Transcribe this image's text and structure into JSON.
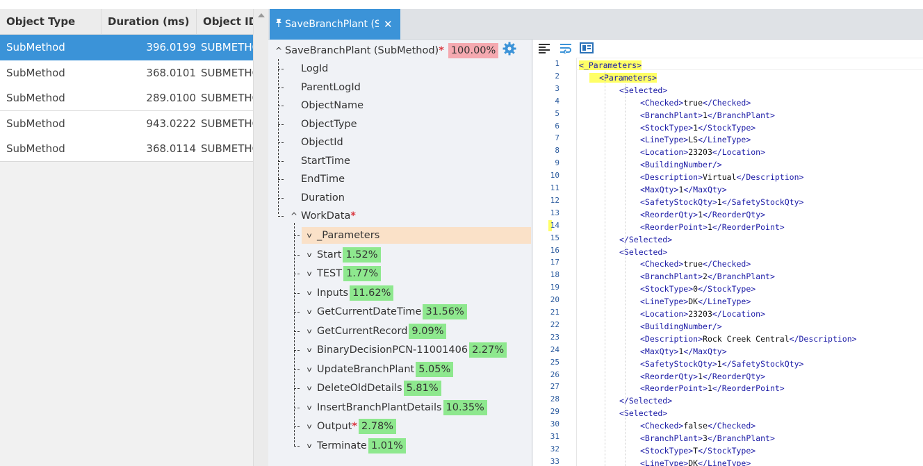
{
  "grid": {
    "columns": [
      "Object Type",
      "Duration (ms)",
      "Object ID"
    ],
    "rows": [
      {
        "type": "SubMethod",
        "duration": "396.0199",
        "object_id": "SUBMETHOD"
      },
      {
        "type": "SubMethod",
        "duration": "368.0101",
        "object_id": "SUBMETHOD"
      },
      {
        "type": "SubMethod",
        "duration": "289.0100",
        "object_id": "SUBMETHOD"
      },
      {
        "type": "SubMethod",
        "duration": "943.0222",
        "object_id": "SUBMETHOD"
      },
      {
        "type": "SubMethod",
        "duration": "368.0114",
        "object_id": "SUBMETHOD"
      }
    ],
    "selected_row": 0
  },
  "tab": {
    "label": "SaveBranchPlant (SubMethod)",
    "pin_icon": "pin-icon",
    "close_glyph": "✕"
  },
  "tree": {
    "root": {
      "label": "SaveBranchPlant (SubMethod)",
      "required": "*",
      "percent": "100.00%"
    },
    "fields": [
      "LogId",
      "ParentLogId",
      "ObjectName",
      "ObjectType",
      "ObjectId",
      "StartTime",
      "EndTime",
      "Duration"
    ],
    "workdata": {
      "label": "WorkData",
      "required": "*"
    },
    "children": [
      {
        "label": "_Parameters",
        "percent": "",
        "required": ""
      },
      {
        "label": "Start",
        "percent": "1.52%",
        "required": ""
      },
      {
        "label": "TEST",
        "percent": "1.77%",
        "required": ""
      },
      {
        "label": "Inputs",
        "percent": "11.62%",
        "required": ""
      },
      {
        "label": "GetCurrentDateTime",
        "percent": "31.56%",
        "required": ""
      },
      {
        "label": "GetCurrentRecord",
        "percent": "9.09%",
        "required": ""
      },
      {
        "label": "BinaryDecisionPCN-11001406",
        "percent": "2.27%",
        "required": ""
      },
      {
        "label": "UpdateBranchPlant",
        "percent": "5.05%",
        "required": ""
      },
      {
        "label": "DeleteOldDetails",
        "percent": "5.81%",
        "required": ""
      },
      {
        "label": "InsertBranchPlantDetails",
        "percent": "10.35%",
        "required": ""
      },
      {
        "label": "Output",
        "percent": "2.78%",
        "required": "*"
      },
      {
        "label": "Terminate",
        "percent": "1.01%",
        "required": ""
      }
    ]
  },
  "editor": {
    "toolbar_icons": [
      "format-icon",
      "word-wrap-icon",
      "view-icon"
    ],
    "lines": [
      {
        "n": "1",
        "indent": 0,
        "text": "<_Parameters>",
        "kind": "tag"
      },
      {
        "n": "2",
        "indent": 1,
        "text": "<Parameters>",
        "kind": "tag"
      },
      {
        "n": "3",
        "indent": 2,
        "text": "<Selected>",
        "kind": "tag"
      },
      {
        "n": "4",
        "indent": 3,
        "open": "<Checked>",
        "value": "true",
        "close": "</Checked>",
        "kind": "elem"
      },
      {
        "n": "5",
        "indent": 3,
        "open": "<BranchPlant>",
        "value": "1",
        "close": "</BranchPlant>",
        "kind": "elem"
      },
      {
        "n": "6",
        "indent": 3,
        "open": "<StockType>",
        "value": "1",
        "close": "</StockType>",
        "kind": "elem"
      },
      {
        "n": "7",
        "indent": 3,
        "open": "<LineType>",
        "value": "LS",
        "close": "</LineType>",
        "kind": "elem"
      },
      {
        "n": "8",
        "indent": 3,
        "open": "<Location>",
        "value": "23203",
        "close": "</Location>",
        "kind": "elem"
      },
      {
        "n": "9",
        "indent": 3,
        "text": "<BuildingNumber/>",
        "kind": "tag"
      },
      {
        "n": "10",
        "indent": 3,
        "open": "<Description>",
        "value": "Virtual",
        "close": "</Description>",
        "kind": "elem"
      },
      {
        "n": "11",
        "indent": 3,
        "open": "<MaxQty>",
        "value": "1",
        "close": "</MaxQty>",
        "kind": "elem"
      },
      {
        "n": "12",
        "indent": 3,
        "open": "<SafetyStockQty>",
        "value": "1",
        "close": "</SafetyStockQty>",
        "kind": "elem"
      },
      {
        "n": "13",
        "indent": 3,
        "open": "<ReorderQty>",
        "value": "1",
        "close": "</ReorderQty>",
        "kind": "elem"
      },
      {
        "n": "14",
        "indent": 3,
        "open": "<ReorderPoint>",
        "value": "1",
        "close": "</ReorderPoint>",
        "kind": "elem"
      },
      {
        "n": "15",
        "indent": 2,
        "text": "</Selected>",
        "kind": "tag"
      },
      {
        "n": "16",
        "indent": 2,
        "text": "<Selected>",
        "kind": "tag"
      },
      {
        "n": "17",
        "indent": 3,
        "open": "<Checked>",
        "value": "true",
        "close": "</Checked>",
        "kind": "elem"
      },
      {
        "n": "18",
        "indent": 3,
        "open": "<BranchPlant>",
        "value": "2",
        "close": "</BranchPlant>",
        "kind": "elem"
      },
      {
        "n": "19",
        "indent": 3,
        "open": "<StockType>",
        "value": "0",
        "close": "</StockType>",
        "kind": "elem"
      },
      {
        "n": "20",
        "indent": 3,
        "open": "<LineType>",
        "value": "DK",
        "close": "</LineType>",
        "kind": "elem"
      },
      {
        "n": "21",
        "indent": 3,
        "open": "<Location>",
        "value": "23203",
        "close": "</Location>",
        "kind": "elem"
      },
      {
        "n": "22",
        "indent": 3,
        "text": "<BuildingNumber/>",
        "kind": "tag"
      },
      {
        "n": "23",
        "indent": 3,
        "open": "<Description>",
        "value": "Rock Creek Central",
        "close": "</Description>",
        "kind": "elem"
      },
      {
        "n": "24",
        "indent": 3,
        "open": "<MaxQty>",
        "value": "1",
        "close": "</MaxQty>",
        "kind": "elem"
      },
      {
        "n": "25",
        "indent": 3,
        "open": "<SafetyStockQty>",
        "value": "1",
        "close": "</SafetyStockQty>",
        "kind": "elem"
      },
      {
        "n": "26",
        "indent": 3,
        "open": "<ReorderQty>",
        "value": "1",
        "close": "</ReorderQty>",
        "kind": "elem"
      },
      {
        "n": "27",
        "indent": 3,
        "open": "<ReorderPoint>",
        "value": "1",
        "close": "</ReorderPoint>",
        "kind": "elem"
      },
      {
        "n": "28",
        "indent": 2,
        "text": "</Selected>",
        "kind": "tag"
      },
      {
        "n": "29",
        "indent": 2,
        "text": "<Selected>",
        "kind": "tag"
      },
      {
        "n": "30",
        "indent": 3,
        "open": "<Checked>",
        "value": "false",
        "close": "</Checked>",
        "kind": "elem"
      },
      {
        "n": "31",
        "indent": 3,
        "open": "<BranchPlant>",
        "value": "3",
        "close": "</BranchPlant>",
        "kind": "elem"
      },
      {
        "n": "32",
        "indent": 3,
        "open": "<StockType>",
        "value": "T",
        "close": "</StockType>",
        "kind": "elem"
      },
      {
        "n": "33",
        "indent": 3,
        "open": "<LineType>",
        "value": "DK",
        "close": "</LineType>",
        "kind": "elem"
      }
    ]
  },
  "colors": {
    "accent": "#3b93d8",
    "percent_green": "#8ee88e",
    "percent_root": "#f5a9b0",
    "selected_node": "#fae1c8",
    "xml_tag": "#1a1aa6",
    "highlight_yellow": "#ffff66"
  }
}
